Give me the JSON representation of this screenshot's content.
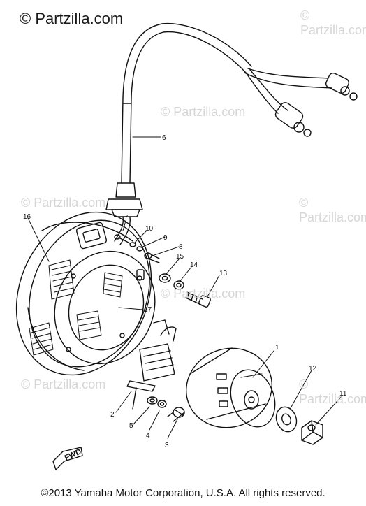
{
  "watermark": {
    "main": "© Partzilla.com",
    "faint": [
      "© Partzilla.com",
      "© Partzilla.com",
      "© Partzilla.com",
      "© Partzilla.com",
      "© Partzilla.com",
      "© Partzilla.com",
      "© Partzilla.com"
    ]
  },
  "callouts": [
    "1",
    "2",
    "3",
    "4",
    "5",
    "6",
    "7",
    "8",
    "9",
    "10",
    "11",
    "12",
    "13",
    "14",
    "15",
    "16",
    "17"
  ],
  "fwd_label": "FWD",
  "copyright": "©2013 Yamaha Motor Corporation, U.S.A. All rights reserved."
}
